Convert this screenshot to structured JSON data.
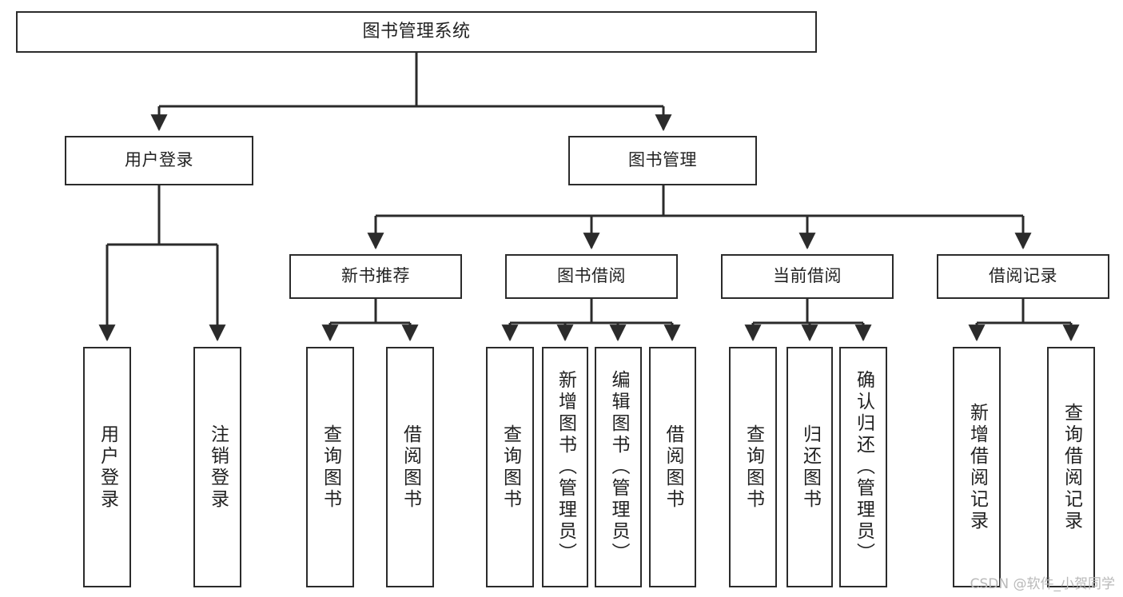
{
  "diagram": {
    "type": "tree-hierarchy-chart",
    "title": "图书管理系统",
    "root": {
      "id": "root",
      "label": "图书管理系统"
    },
    "level1": [
      {
        "id": "user-login",
        "label": "用户登录"
      },
      {
        "id": "book-management",
        "label": "图书管理"
      }
    ],
    "level2": [
      {
        "id": "new-book-recommend",
        "label": "新书推荐",
        "parent": "book-management"
      },
      {
        "id": "book-borrow",
        "label": "图书借阅",
        "parent": "book-management"
      },
      {
        "id": "current-borrow",
        "label": "当前借阅",
        "parent": "book-management"
      },
      {
        "id": "borrow-record",
        "label": "借阅记录",
        "parent": "book-management"
      }
    ],
    "leaves": [
      {
        "id": "leaf-user-login",
        "label": "用户登录",
        "parent": "user-login"
      },
      {
        "id": "leaf-user-logout",
        "label": "注销登录",
        "parent": "user-login"
      },
      {
        "id": "leaf-query-book-1",
        "label": "查询图书",
        "parent": "new-book-recommend"
      },
      {
        "id": "leaf-borrow-book-1",
        "label": "借阅图书",
        "parent": "new-book-recommend"
      },
      {
        "id": "leaf-query-book-2",
        "label": "查询图书",
        "parent": "book-borrow"
      },
      {
        "id": "leaf-add-book",
        "label": "新增图书（管理员）",
        "parent": "book-borrow"
      },
      {
        "id": "leaf-edit-book",
        "label": "编辑图书（管理员）",
        "parent": "book-borrow"
      },
      {
        "id": "leaf-borrow-book-2",
        "label": "借阅图书",
        "parent": "book-borrow"
      },
      {
        "id": "leaf-query-book-3",
        "label": "查询图书",
        "parent": "current-borrow"
      },
      {
        "id": "leaf-return-book",
        "label": "归还图书",
        "parent": "current-borrow"
      },
      {
        "id": "leaf-confirm-return",
        "label": "确认归还（管理员）",
        "parent": "current-borrow"
      },
      {
        "id": "leaf-add-record",
        "label": "新增借阅记录",
        "parent": "borrow-record"
      },
      {
        "id": "leaf-query-record",
        "label": "查询借阅记录",
        "parent": "borrow-record"
      }
    ],
    "colors": {
      "box_border": "#2b2b2b",
      "box_fill": "#ffffff",
      "connector": "#2b2b2b",
      "text": "#222222",
      "watermark": "#b9b9b9",
      "background": "#ffffff"
    }
  },
  "watermark": {
    "text": "CSDN @软件_小贺同学"
  }
}
